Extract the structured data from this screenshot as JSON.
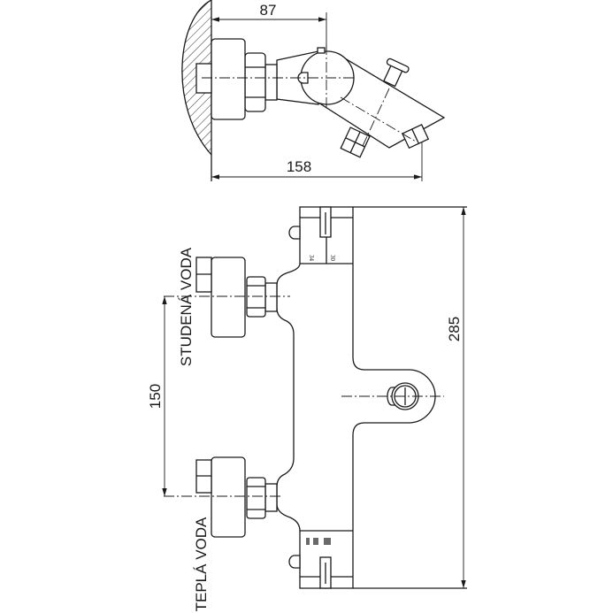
{
  "top_view": {
    "dim_center": "87",
    "dim_total": "158"
  },
  "front_view": {
    "dim_height": "285",
    "dim_inlet_spacing": "150",
    "label_cold": "STUDENÁ VODA",
    "label_hot": "TEPLÁ VODA",
    "scale_top_left": "34",
    "scale_top_right": "30"
  },
  "colors": {
    "line": "#1a1a1a",
    "background": "#ffffff"
  }
}
